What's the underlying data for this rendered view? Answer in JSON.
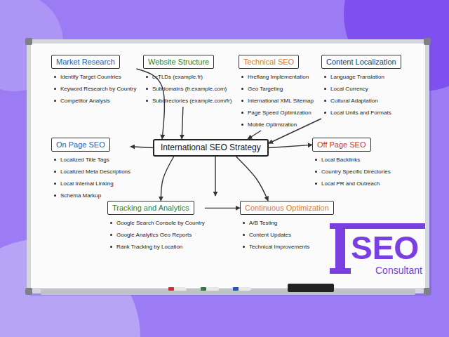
{
  "diagram": {
    "nodes": [
      {
        "text": [
          "Market Research",
          "Identify Target Countries",
          "Keyword Research by Country",
          "Competitor Analysis"
        ]
      },
      {
        "text": [
          "Website Structure",
          "ccTLDs (example.fr)",
          "Subdomains (fr.example.com)",
          "Subdirectories (example.com/fr)"
        ]
      },
      {
        "text": [
          "Technical SEO",
          "Hreflang Implementation",
          "Geo Targeting",
          "International XML Sitemap",
          "Page Speed Optimization",
          "Mobile Optimization"
        ]
      },
      {
        "text": [
          "Content Localization",
          "Language Translation",
          "Local Currency",
          "Cultural Adaptation",
          "Local Units and Formats"
        ]
      },
      {
        "text": [
          "On Page SEO",
          "Localized Title Tags",
          "Localized Meta Descriptions",
          "Local Internal Linking",
          "Schema Markup"
        ]
      },
      {
        "text": [
          "International SEO Strategy"
        ]
      },
      {
        "text": [
          "Off Page SEO",
          "Local Backlinks",
          "Country Specific Directories",
          "Local PR and Outreach"
        ]
      },
      {
        "text": [
          "Tracking and Analytics",
          "Google Search Console by Country",
          "Google Analytics Geo Reports",
          "Rank Tracking by Location"
        ]
      },
      {
        "text": [
          "Continuous Optimization",
          "A/B Testing",
          "Content Updates",
          "Technical Improvements"
        ]
      }
    ],
    "edges": [
      {
        "from": 0,
        "to": 5,
        "arrow": "to"
      },
      {
        "from": 1,
        "to": 5,
        "arrow": "to"
      },
      {
        "from": 2,
        "to": 5,
        "arrow": "to"
      },
      {
        "from": 3,
        "to": 5,
        "arrow": "to"
      },
      {
        "from": 5,
        "to": 4,
        "arrow": "to"
      },
      {
        "from": 5,
        "to": 6,
        "arrow": "to"
      },
      {
        "from": 5,
        "to": 7,
        "arrow": "to"
      },
      {
        "from": 5,
        "to": 8,
        "arrow": "to"
      },
      {
        "from": 7,
        "to": 8,
        "arrow": "to"
      }
    ],
    "labels": [
      "SEO",
      "Consultant"
    ]
  }
}
